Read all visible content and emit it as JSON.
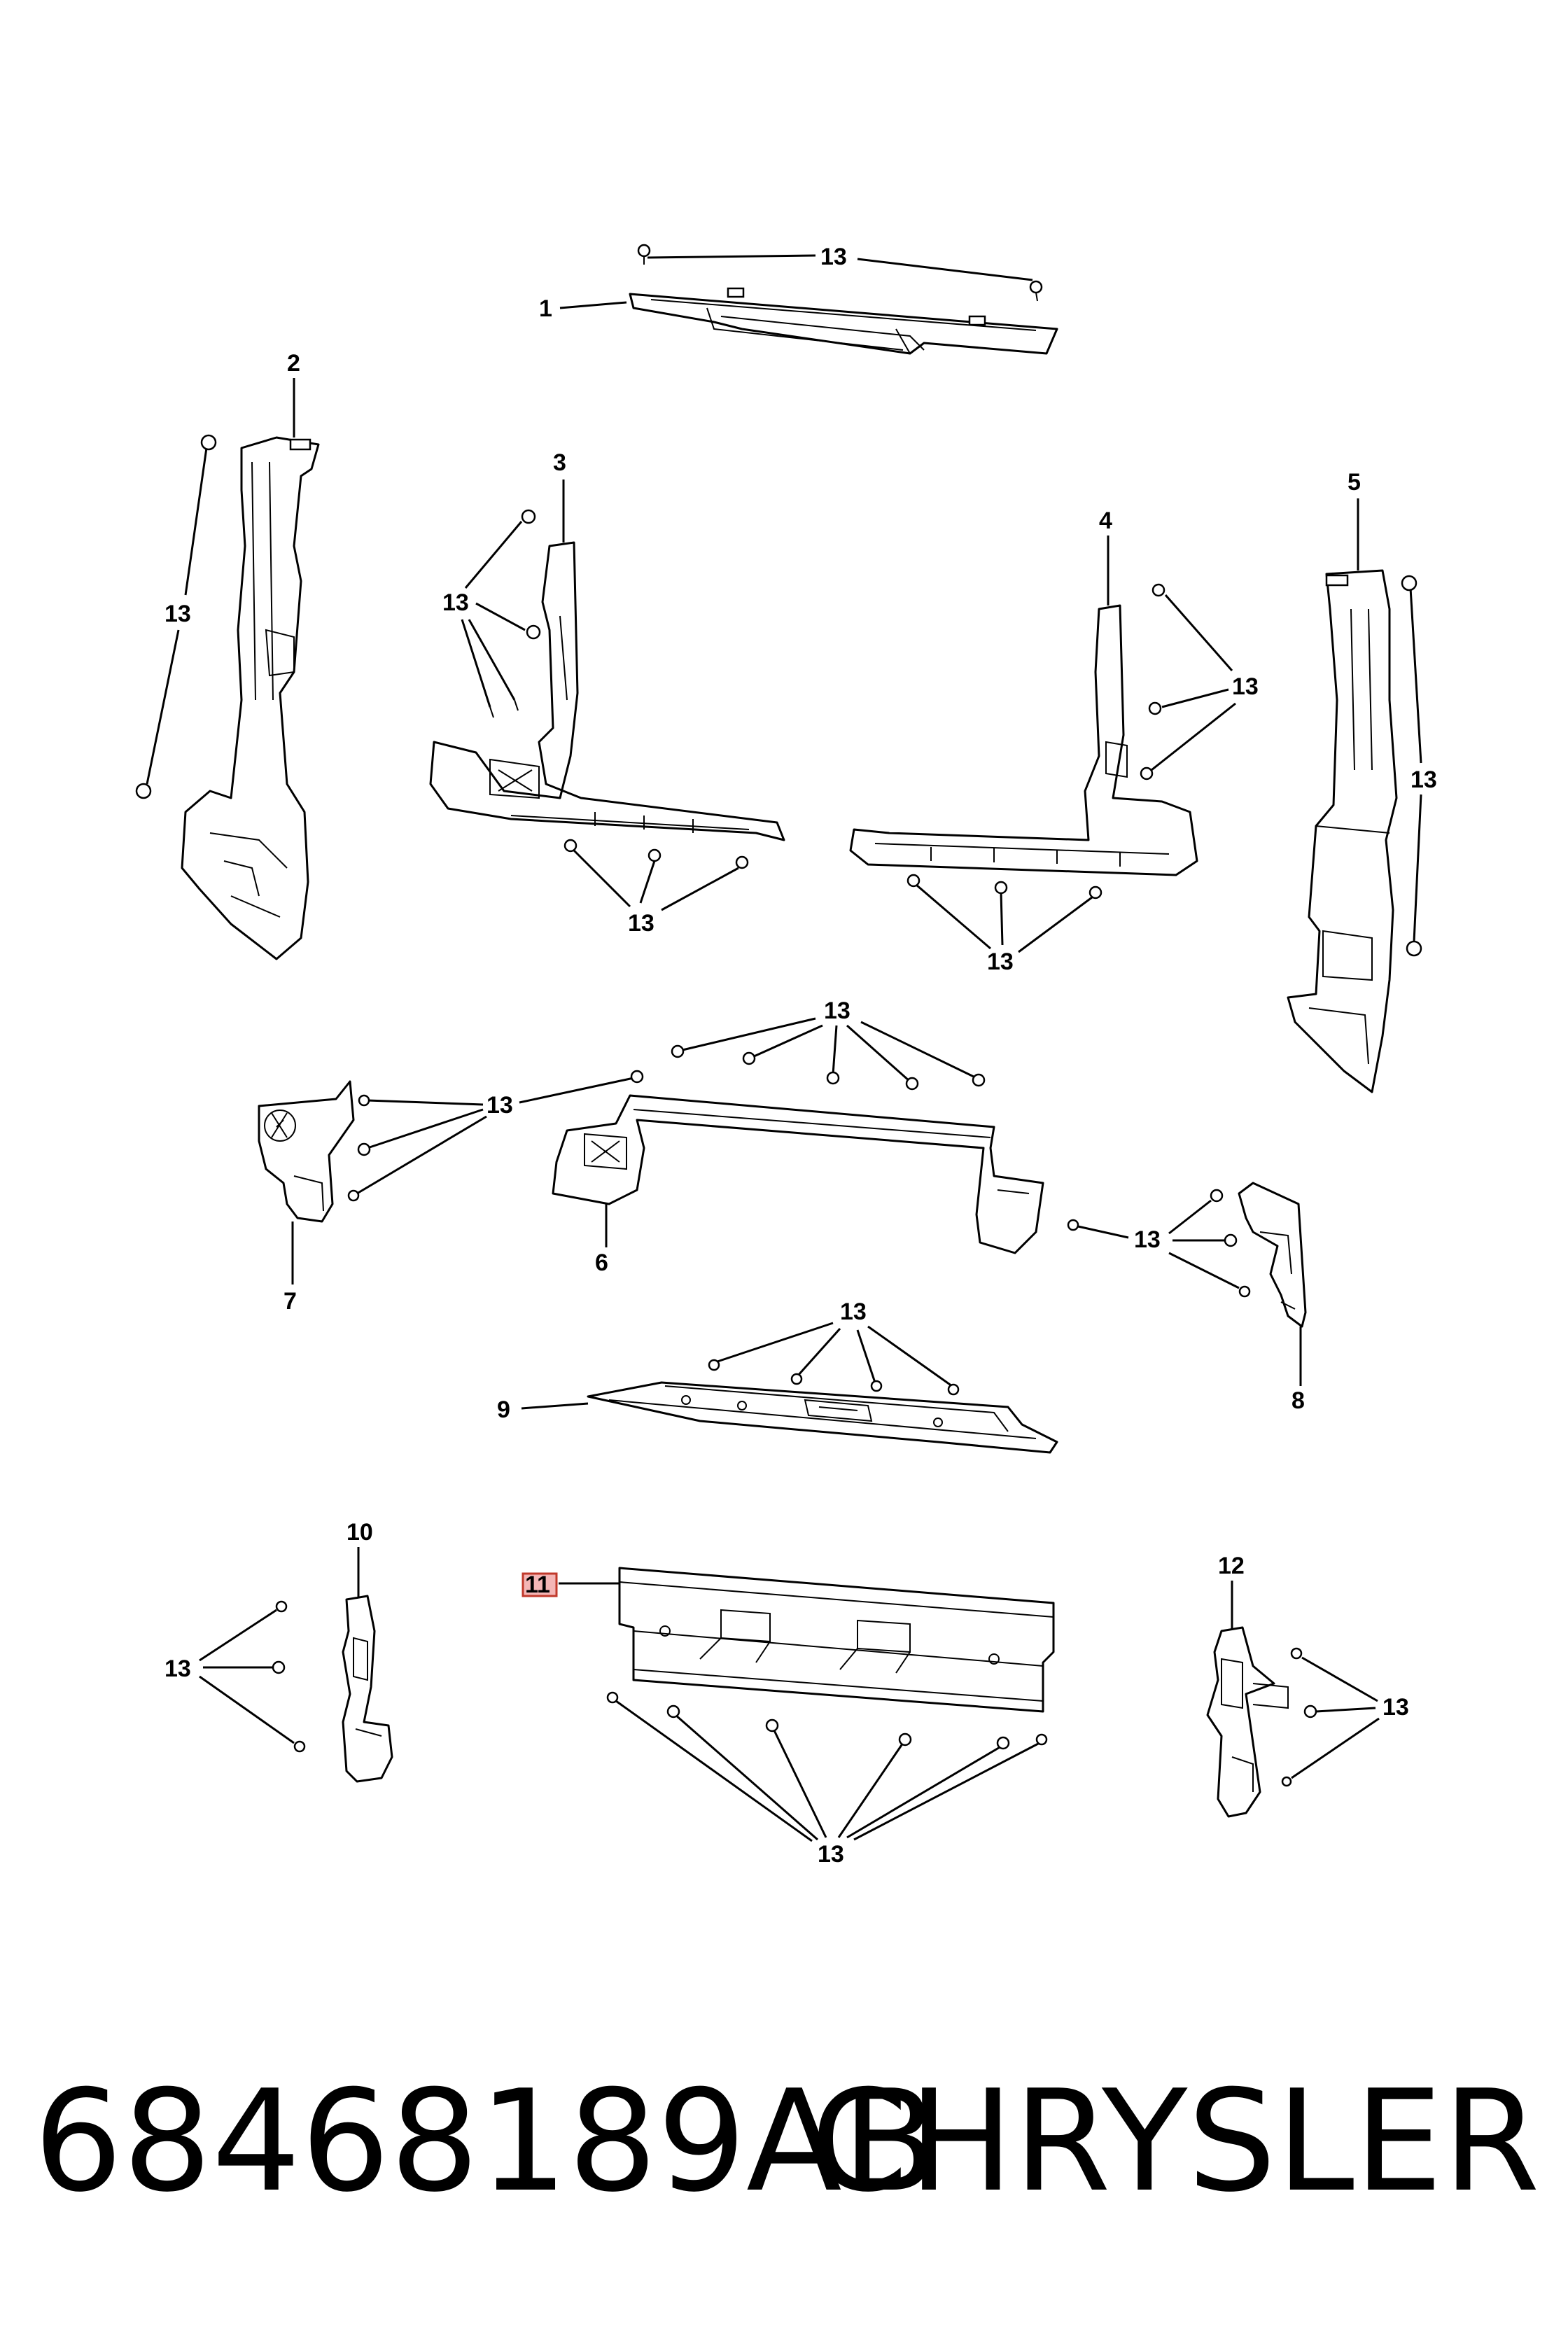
{
  "diagram": {
    "callouts": {
      "c1": "1",
      "c2": "2",
      "c3": "3",
      "c4": "4",
      "c5": "5",
      "c6": "6",
      "c7": "7",
      "c8": "8",
      "c9": "9",
      "c10": "10",
      "c11": "11",
      "c12": "12",
      "c13": "13"
    },
    "highlighted_callout": "11",
    "highlight_color": "#f4b6b6"
  },
  "footer": {
    "part_number": "68468189AB",
    "brand": "CHRYSLER"
  }
}
